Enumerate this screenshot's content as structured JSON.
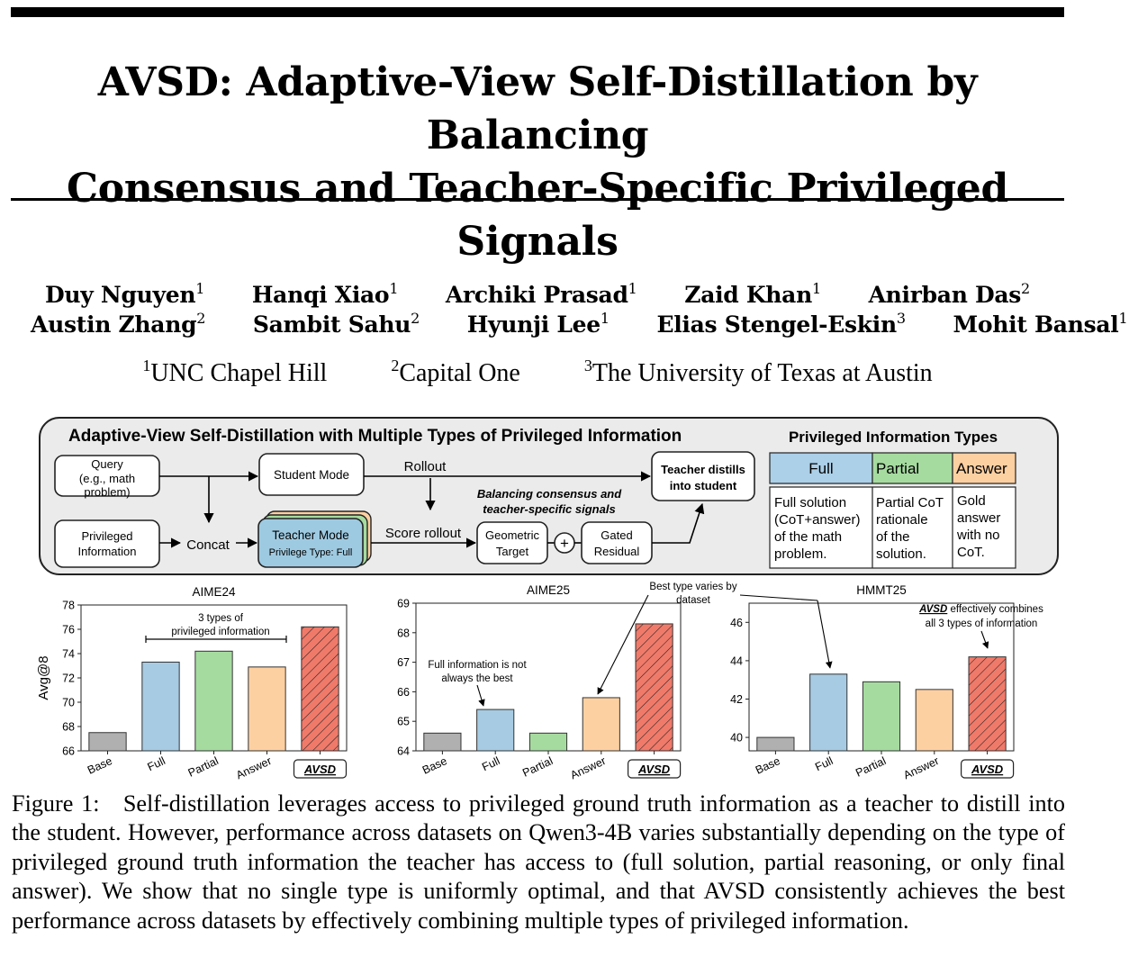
{
  "paper": {
    "title_line1": "AVSD: Adaptive-View Self-Distillation by Balancing",
    "title_line2": "Consensus and Teacher-Specific Privileged Signals",
    "authors_row1": [
      {
        "name": "Duy Nguyen",
        "aff": "1"
      },
      {
        "name": "Hanqi Xiao",
        "aff": "1"
      },
      {
        "name": "Archiki Prasad",
        "aff": "1"
      },
      {
        "name": "Zaid Khan",
        "aff": "1"
      },
      {
        "name": "Anirban Das",
        "aff": "2"
      }
    ],
    "authors_row2": [
      {
        "name": "Austin Zhang",
        "aff": "2"
      },
      {
        "name": "Sambit Sahu",
        "aff": "2"
      },
      {
        "name": "Hyunji Lee",
        "aff": "1"
      },
      {
        "name": "Elias Stengel-Eskin",
        "aff": "3"
      },
      {
        "name": "Mohit Bansal",
        "aff": "1"
      }
    ],
    "affiliations": [
      {
        "num": "1",
        "name": "UNC Chapel Hill"
      },
      {
        "num": "2",
        "name": "Capital One"
      },
      {
        "num": "3",
        "name": "The University of Texas at Austin"
      }
    ]
  },
  "diagram": {
    "title": "Adaptive-View Self-Distillation with Multiple Types of Privileged Information",
    "query_lines": [
      "Query",
      "(e.g., math",
      "problem)"
    ],
    "privileged_lines": [
      "Privileged",
      "Information"
    ],
    "concat": "Concat",
    "student_mode": "Student Mode",
    "rollout": "Rollout",
    "teacher_mode": "Teacher Mode",
    "privilege_type": "Privilege Type: Full",
    "score_rollout": "Score rollout",
    "balancing_lines": [
      "Balancing consensus and",
      "teacher-specific signals"
    ],
    "geometric_lines": [
      "Geometric",
      "Target"
    ],
    "plus": "+",
    "gated_lines": [
      "Gated",
      "Residual"
    ],
    "distill_lines": [
      "Teacher distills",
      "into student"
    ],
    "types_title": "Privileged Information Types",
    "types": [
      {
        "name": "Full",
        "color": "#abd0e8",
        "desc": [
          "Full solution",
          "(CoT+answer)",
          "of the math",
          "problem."
        ]
      },
      {
        "name": "Partial",
        "color": "#a6dba0",
        "desc": [
          "Partial CoT",
          "rationale",
          "of the",
          "solution."
        ]
      },
      {
        "name": "Answer",
        "color": "#fdd0a2",
        "desc": [
          "Gold",
          "answer",
          "with no",
          "CoT."
        ]
      }
    ],
    "teacher_color": "#9ecae1",
    "panel_bg": "#ebebeb"
  },
  "chart_data": [
    {
      "type": "bar",
      "title": "AIME24",
      "ylabel": "Avg@8",
      "categories": [
        "Base",
        "Full",
        "Partial",
        "Answer",
        "AVSD"
      ],
      "values": [
        67.5,
        73.3,
        74.2,
        72.9,
        76.2
      ],
      "ylim": [
        66,
        78
      ],
      "yticks": [
        66,
        68,
        70,
        72,
        74,
        76,
        78
      ],
      "annotations": [
        "3 types of",
        "privileged information"
      ]
    },
    {
      "type": "bar",
      "title": "AIME25",
      "ylabel": "",
      "categories": [
        "Base",
        "Full",
        "Partial",
        "Answer",
        "AVSD"
      ],
      "values": [
        64.6,
        65.4,
        64.6,
        65.8,
        68.3
      ],
      "ylim": [
        64,
        69
      ],
      "yticks": [
        64,
        65,
        66,
        67,
        68,
        69
      ],
      "annotations": [
        "Full information is not",
        "always the best",
        "Best type varies by",
        "dataset"
      ]
    },
    {
      "type": "bar",
      "title": "HMMT25",
      "ylabel": "",
      "categories": [
        "Base",
        "Full",
        "Partial",
        "Answer",
        "AVSD"
      ],
      "values": [
        40.0,
        43.3,
        42.9,
        42.5,
        44.2
      ],
      "ylim": [
        39.3,
        47.0
      ],
      "yticks": [
        40,
        42,
        44,
        46
      ],
      "annotations": [
        "AVSD",
        " effectively combines",
        "all 3 types of information"
      ]
    }
  ],
  "bar_colors": [
    "#b0b0b0",
    "#a6cbe3",
    "#a6dba0",
    "#fdd0a2",
    "#f07a6a"
  ],
  "caption": {
    "label": "Figure 1:",
    "text": "Self-distillation leverages access to privileged ground truth information as a teacher to distill into the student. However, performance across datasets on Qwen3-4B varies substantially depending on the type of privileged ground truth information the teacher has access to (full solution, partial reasoning, or only final answer). We show that no single type is uniformly optimal, and that AVSD consistently achieves the best performance across datasets by effectively combining multiple types of privileged information."
  }
}
